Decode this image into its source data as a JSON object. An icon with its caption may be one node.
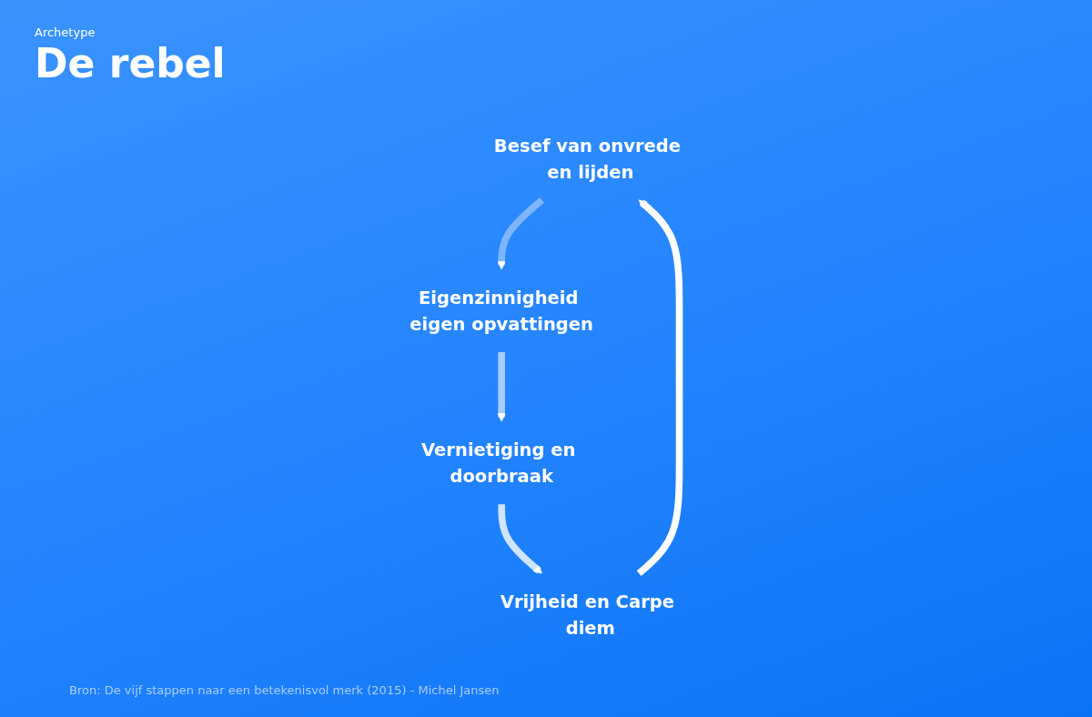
{
  "diagram": {
    "title": "De rebel",
    "caption": "Bron: De vijf stappen naar een betekenisvol merk (2015) - Michel Jansen",
    "labels": [
      "Archetype"
    ],
    "nodes": [
      {
        "text": [
          "Besef van onvrede en lijden"
        ]
      },
      {
        "text": [
          "Eigenzinnigheid eigen opvattingen"
        ]
      },
      {
        "text": [
          "Vernietiging en doorbraak"
        ]
      },
      {
        "text": [
          "Vrijheid en Carpe diem"
        ]
      }
    ],
    "edges": [
      {
        "from": 0,
        "to": 1,
        "arrow": "to",
        "color": "#7db5fb"
      },
      {
        "from": 1,
        "to": 2,
        "arrow": "to",
        "color": "#a6cdfd"
      },
      {
        "from": 2,
        "to": 3,
        "arrow": "to",
        "color": "#cfe4fe"
      },
      {
        "from": 3,
        "to": 0,
        "arrow": "to",
        "color": "#ffffff"
      }
    ]
  }
}
